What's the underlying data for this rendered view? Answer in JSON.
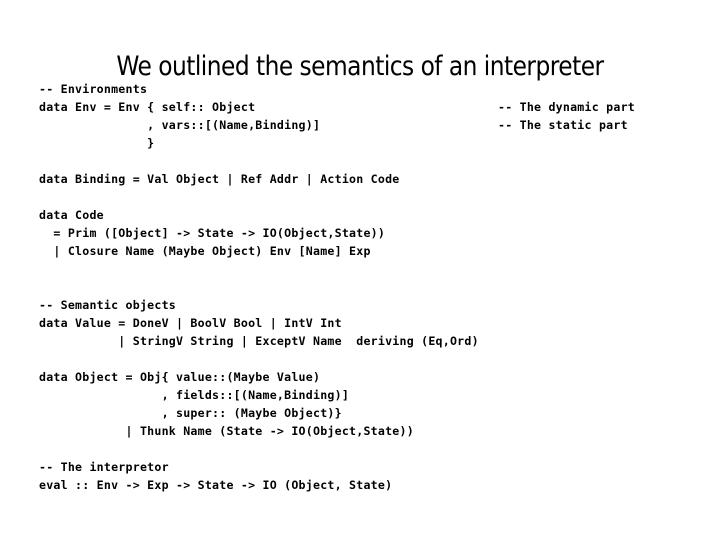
{
  "slide": {
    "title": "We outlined the semantics of an interpreter",
    "background_color": "#ffffff",
    "text_color": "#000000"
  },
  "code": {
    "language": "Haskell",
    "lines": [
      {
        "text": "-- Environments"
      },
      {
        "text": "data Env = Env { self:: Object",
        "comment": "-- The dynamic part"
      },
      {
        "text": "               , vars::[(Name,Binding)]",
        "comment": "-- The static part"
      },
      {
        "text": "               }"
      },
      {
        "text": ""
      },
      {
        "text": "data Binding = Val Object | Ref Addr | Action Code"
      },
      {
        "text": ""
      },
      {
        "text": "data Code"
      },
      {
        "text": "  = Prim ([Object] -> State -> IO(Object,State))"
      },
      {
        "text": "  | Closure Name (Maybe Object) Env [Name] Exp"
      },
      {
        "text": ""
      },
      {
        "text": ""
      },
      {
        "text": "-- Semantic objects"
      },
      {
        "text": "data Value = DoneV | BoolV Bool | IntV Int"
      },
      {
        "text": "           | StringV String | ExceptV Name  deriving (Eq,Ord)"
      },
      {
        "text": ""
      },
      {
        "text": "data Object = Obj{ value::(Maybe Value)"
      },
      {
        "text": "                 , fields::[(Name,Binding)]"
      },
      {
        "text": "                 , super:: (Maybe Object)}"
      },
      {
        "text": "            | Thunk Name (State -> IO(Object,State))"
      },
      {
        "text": ""
      },
      {
        "text": "-- The interpretor"
      },
      {
        "text": "eval :: Env -> Exp -> State -> IO (Object, State)"
      }
    ]
  }
}
